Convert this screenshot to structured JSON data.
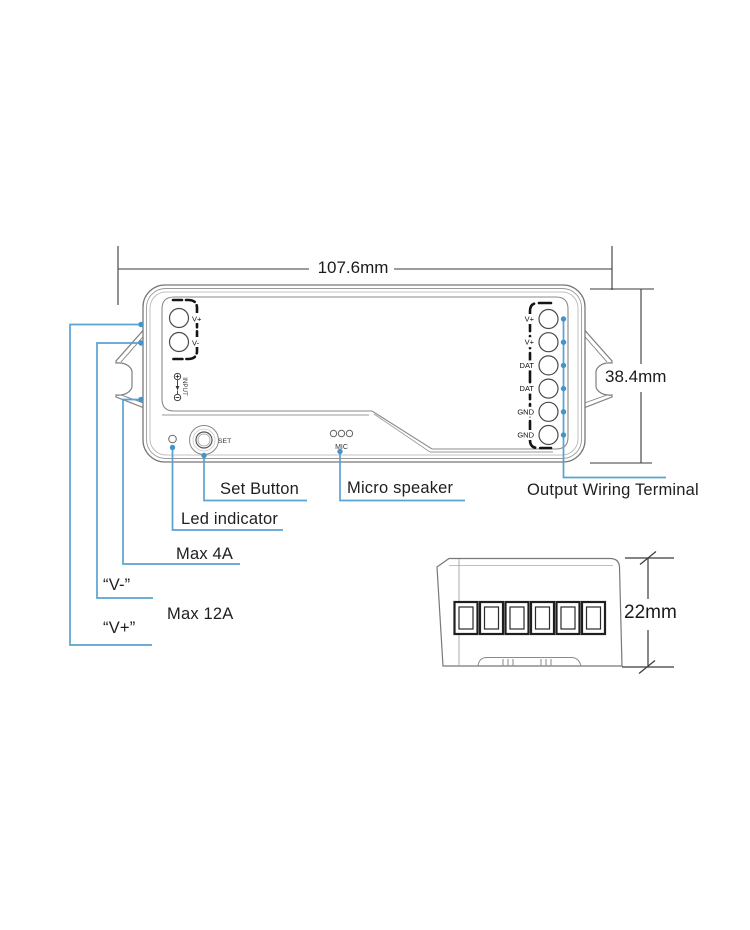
{
  "diagram": {
    "dimensions": {
      "length": "107.6mm",
      "width": "38.4mm",
      "height": "22mm"
    },
    "callouts": {
      "set_button": "Set Button",
      "micro_speaker": "Micro speaker",
      "output_terminal": "Output Wiring Terminal",
      "led_indicator": "Led indicator",
      "max_4a": "Max 4A",
      "v_minus": "“V-”",
      "max_12a": "Max 12A",
      "v_plus": "“V+”"
    },
    "device": {
      "input_labels": [
        "V+",
        "V-"
      ],
      "input_text": "INPUT",
      "set_label": "SET",
      "mic_label": "MIC",
      "output_labels": [
        "V+",
        "V+",
        "DAT",
        "DAT",
        "GND",
        "GND"
      ]
    },
    "colors": {
      "leader_blue": "#5AA2D0",
      "outline_gray": "#7e7e7e",
      "ink": "#1a1a1a"
    }
  }
}
